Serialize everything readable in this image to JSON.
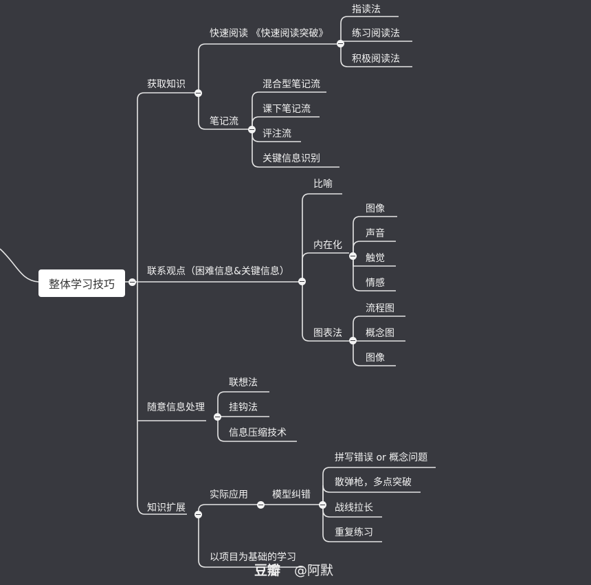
{
  "root": "整体学习技巧",
  "branches": {
    "acquire": {
      "label": "获取知识",
      "fast_read": {
        "label": "快速阅读 《快速阅读突破》",
        "items": [
          "指读法",
          "练习阅读法",
          "积极阅读法"
        ]
      },
      "notes": {
        "label": "笔记流",
        "items": [
          "混合型笔记流",
          "课下笔记流",
          "评注流",
          "关键信息识别"
        ]
      }
    },
    "connect": {
      "label": "联系观点（困难信息&关键信息）",
      "metaphor": "比喻",
      "internal": {
        "label": "内在化",
        "items": [
          "图像",
          "声音",
          "触觉",
          "情感"
        ]
      },
      "chart": {
        "label": "图表法",
        "items": [
          "流程图",
          "概念图",
          "图像"
        ]
      }
    },
    "random": {
      "label": "随意信息处理",
      "items": [
        "联想法",
        "挂钩法",
        "信息压缩技术"
      ]
    },
    "extend": {
      "label": "知识扩展",
      "practice": "实际应用",
      "model": {
        "label": "模型纠错",
        "items": [
          "拼写错误 or 概念问题",
          "散弹枪，多点突破",
          "战线拉长",
          "重复练习"
        ]
      },
      "project": "以项目为基础的学习"
    }
  },
  "watermark": {
    "site": "豆瓣",
    "user": "@阿默"
  },
  "colors": {
    "background": "#38393f",
    "line": "#e8e8e8",
    "root_box": "#ffffff"
  }
}
